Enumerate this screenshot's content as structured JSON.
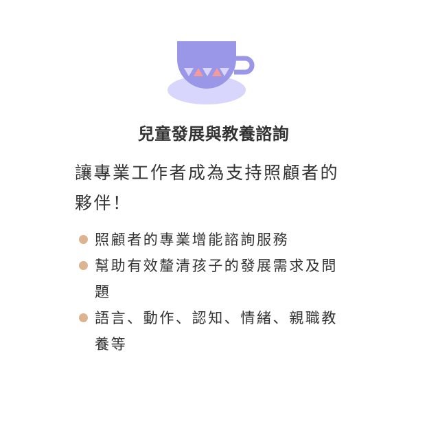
{
  "icon": "teacup-icon",
  "colors": {
    "cup": "#9b97e8",
    "saucer": "#d8d6fc",
    "triangle_light": "#d8d6fc",
    "triangle_accent": "#f59a9a",
    "bullet": "#dcb48f"
  },
  "title": "兒童發展與教養諮詢",
  "subtitle": "讓專業工作者成為支持照顧者的夥伴！",
  "items": [
    {
      "text": "照顧者的專業增能諮詢服務"
    },
    {
      "text": "幫助有效釐清孩子的發展需求及問題"
    },
    {
      "text": "語言、動作、認知、情緒、親職教養等"
    }
  ]
}
